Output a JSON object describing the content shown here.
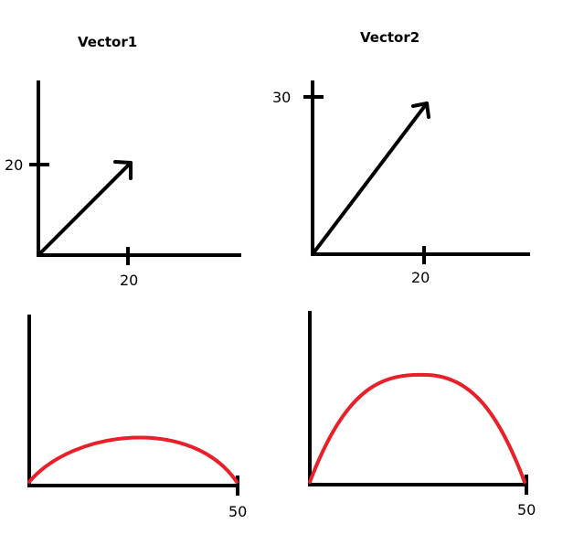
{
  "colors": {
    "axis": "#000000",
    "vector": "#000000",
    "trajectory": "#e8202a"
  },
  "top_left": {
    "title": "Vector1",
    "y_tick": "20",
    "x_tick": "20"
  },
  "top_right": {
    "title": "Vector2",
    "y_tick": "30",
    "x_tick": "20"
  },
  "bottom_left": {
    "x_tick": "50"
  },
  "bottom_right": {
    "x_tick": "50"
  }
}
